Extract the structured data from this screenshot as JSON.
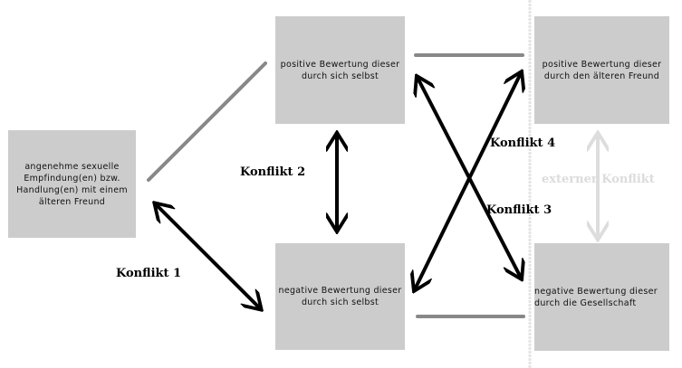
{
  "boxes": {
    "source": "angenehme sexuelle\nEmpfindung(en) bzw.\nHandlung(en) mit einem\nälteren Freund",
    "pos_self": "positive Bewertung dieser\ndurch sich selbst",
    "neg_self": "negative Bewertung dieser\ndurch sich selbst",
    "pos_friend": "positive Bewertung dieser\ndurch den älteren Freund",
    "neg_society": "negative Bewertung dieser\ndurch die Gesellschaft"
  },
  "labels": {
    "k1": "Konflikt 1",
    "k2": "Konflikt 2",
    "k3": "Konflikt 3",
    "k4": "Konflikt 4",
    "external": "externer Konflikt"
  },
  "colors": {
    "box": "#cccccc",
    "arrow": "#000000",
    "connector": "#888888",
    "external": "#dddddd"
  }
}
